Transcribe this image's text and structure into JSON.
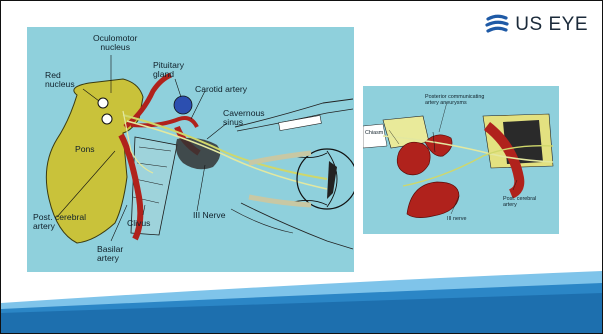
{
  "brand": {
    "name": "US EYE",
    "color": "#1f5aa6"
  },
  "left_figure": {
    "labels": {
      "oculomotor": "Oculomotor\nnucleus",
      "pituitary": "Pituitary\ngland",
      "red_nucleus": "Red\nnucleus",
      "carotid": "Carotid artery",
      "cavernous": "Cavernous\nsinus",
      "pons": "Pons",
      "post_cerebral": "Post. cerebral\nartery",
      "clivus": "Clivus",
      "iii_nerve": "III Nerve",
      "basilar": "Basilar\nartery"
    }
  },
  "right_figure": {
    "labels": {
      "aneurysm": "Posterior communicating\nartery aneurysms",
      "chiasm": "Chiasm",
      "post_cerebral": "Post. cerebral\nartery",
      "iii_nerve": "III nerve"
    }
  },
  "colors": {
    "figure_bg": "#8fd0dc",
    "pons": "#c9c23a",
    "artery": "#b0221c",
    "footer_dark": "#1d6fae",
    "footer_light": "#7fc4ea"
  }
}
